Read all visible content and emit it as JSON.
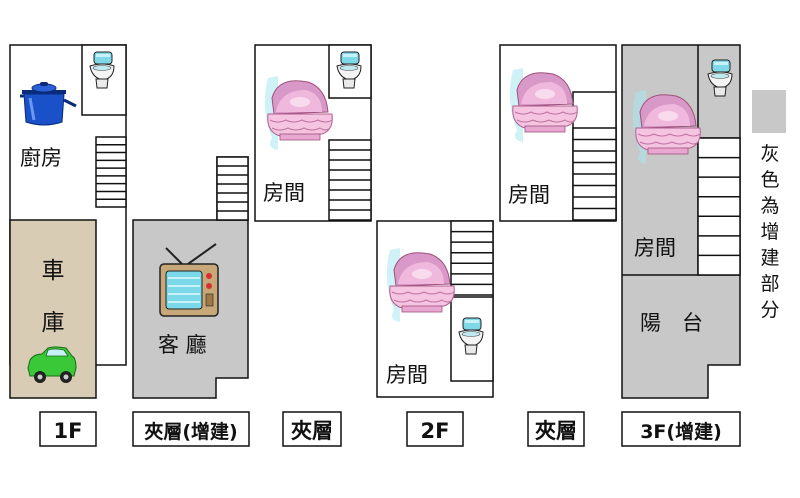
{
  "legend": {
    "text": "灰色為增建部分",
    "swatch_color": "#c8c8c8"
  },
  "colors": {
    "added": "#c8c8c8",
    "garage": "#d8ccb4",
    "outline": "#111111"
  },
  "floors": [
    {
      "id": "1f",
      "label": "1F"
    },
    {
      "id": "mezz1",
      "label": "夾層(增建)"
    },
    {
      "id": "mezz2",
      "label": "夾層"
    },
    {
      "id": "2f",
      "label": "2F"
    },
    {
      "id": "mezz3",
      "label": "夾層"
    },
    {
      "id": "3f",
      "label": "3F(增建)"
    }
  ],
  "rooms": {
    "kitchen": "廚房",
    "garage": "車庫",
    "living": "客 廳",
    "room_mezz2": "房間",
    "room_2f": "房間",
    "room_mezz3": "房間",
    "room_3f": "房間",
    "balcony": "陽　台"
  },
  "icons": [
    "cooking-pot-icon",
    "toilet-icon",
    "tv-icon",
    "car-icon",
    "baby-cradle-icon",
    "stairs-icon"
  ]
}
